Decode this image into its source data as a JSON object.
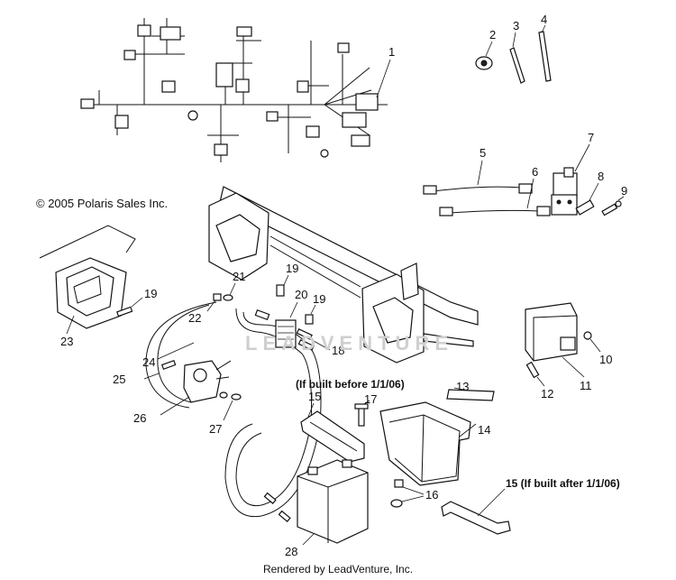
{
  "copyright": "© 2005 Polaris Sales Inc.",
  "footer": "Rendered by LeadVenture, Inc.",
  "watermark": "LEADVENTURE",
  "callouts": {
    "c1": "1",
    "c2": "2",
    "c3": "3",
    "c4": "4",
    "c5": "5",
    "c6": "6",
    "c7": "7",
    "c8": "8",
    "c9": "9",
    "c10": "10",
    "c11": "11",
    "c12": "12",
    "c13": "13",
    "c14": "14",
    "c15a": "15",
    "c15b": "15 (If built after 1/1/06)",
    "c16": "16",
    "c17": "17",
    "c18": "18",
    "c19a": "19",
    "c19b": "19",
    "c19c": "19",
    "c20": "20",
    "c21": "21",
    "c22": "22",
    "c23": "23",
    "c24": "24",
    "c25": "25",
    "c26": "26",
    "c27": "27",
    "c28": "28"
  },
  "notes": {
    "before": "(If built before 1/1/06)"
  }
}
